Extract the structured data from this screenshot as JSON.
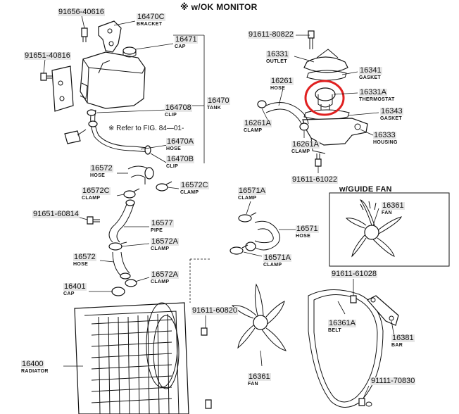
{
  "labels": {
    "header": "※ w/OK MONITOR",
    "p91656_40616": "91656-40616",
    "p16470C": "16470C",
    "n_bracket": "BRACKET",
    "p16471": "16471",
    "n_cap_1": "CAP",
    "p91651_40816": "91651-40816",
    "p16470": "16470",
    "n_tank": "TANK",
    "p164708": "164708",
    "n_clip_1": "CLIP",
    "ref_fig": "※ Refer to FIG. 84—01-",
    "p16470A": "16470A",
    "n_hose_1": "HOSE",
    "p16470B": "16470B",
    "n_clip_2": "CLIP",
    "p91611_80822": "91611-80822",
    "p16331": "16331",
    "n_outlet": "OUTLET",
    "p16341": "16341",
    "n_gasket_1": "GASKET",
    "p16261": "16261",
    "n_hose_2": "HOSE",
    "p16331A": "16331A",
    "n_thermostat": "THERMOSTAT",
    "p16343": "16343",
    "n_gasket_2": "GASKET",
    "p16261A_1": "16261A",
    "n_clamp_1": "CLAMP",
    "p16261A_2": "16261A",
    "n_clamp_2": "CLAMP",
    "p16333": "16333",
    "n_housing": "HOUSING",
    "p91611_61022": "91611-61022",
    "p16572_1": "16572",
    "n_hose_3": "HOSE",
    "p16572C_1": "16572C",
    "n_clamp_3": "CLAMP",
    "p16572C_2": "16572C",
    "n_clamp_4": "CLAMP",
    "p16571A_1": "16571A",
    "n_clamp_5": "CLAMP",
    "guide_fan": "w/GUIDE FAN",
    "p16361_1": "16361",
    "n_fan_1": "FAN",
    "p91651_60814": "91651-60814",
    "p16577": "16577",
    "n_pipe": "PIPE",
    "p16571": "16571",
    "n_hose_4": "HOSE",
    "p16572A_1": "16572A",
    "n_clamp_6": "CLAMP",
    "p16572_2": "16572",
    "n_hose_5": "HOSE",
    "p16571A_2": "16571A",
    "n_clamp_7": "CLAMP",
    "p16572A_2": "16572A",
    "n_clamp_8": "CLAMP",
    "p91611_61028": "91611-61028",
    "p16401": "16401",
    "n_cap_2": "CAP",
    "p91611_60820": "91611-60820",
    "p16361A": "16361A",
    "n_belt": "BELT",
    "p16381": "16381",
    "n_bar": "BAR",
    "p16400": "16400",
    "n_radiator": "RADIATOR",
    "p16361_2": "16361",
    "n_fan_2": "FAN",
    "p91111_70830": "91111-70830"
  },
  "highlight": {
    "target": "16331A",
    "color": "#e02020"
  }
}
